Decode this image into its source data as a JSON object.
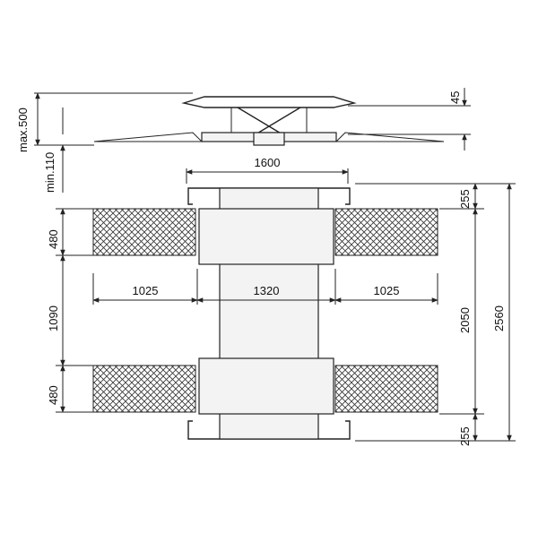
{
  "diagram": {
    "side_view": {
      "max_height_label": "max.500",
      "min_height_label": "min.110",
      "platform_thickness_label": "45"
    },
    "top_view": {
      "rail_span_label": "1600",
      "end_clearance_top_label": "255",
      "end_clearance_bottom_label": "255",
      "pad_depth_top_label": "480",
      "pad_spacing_label": "1090",
      "pad_depth_bottom_label": "480",
      "left_arm_label": "1025",
      "center_span_label": "1320",
      "right_arm_label": "1025",
      "inner_length_label": "2050",
      "overall_length_label": "2560"
    }
  }
}
